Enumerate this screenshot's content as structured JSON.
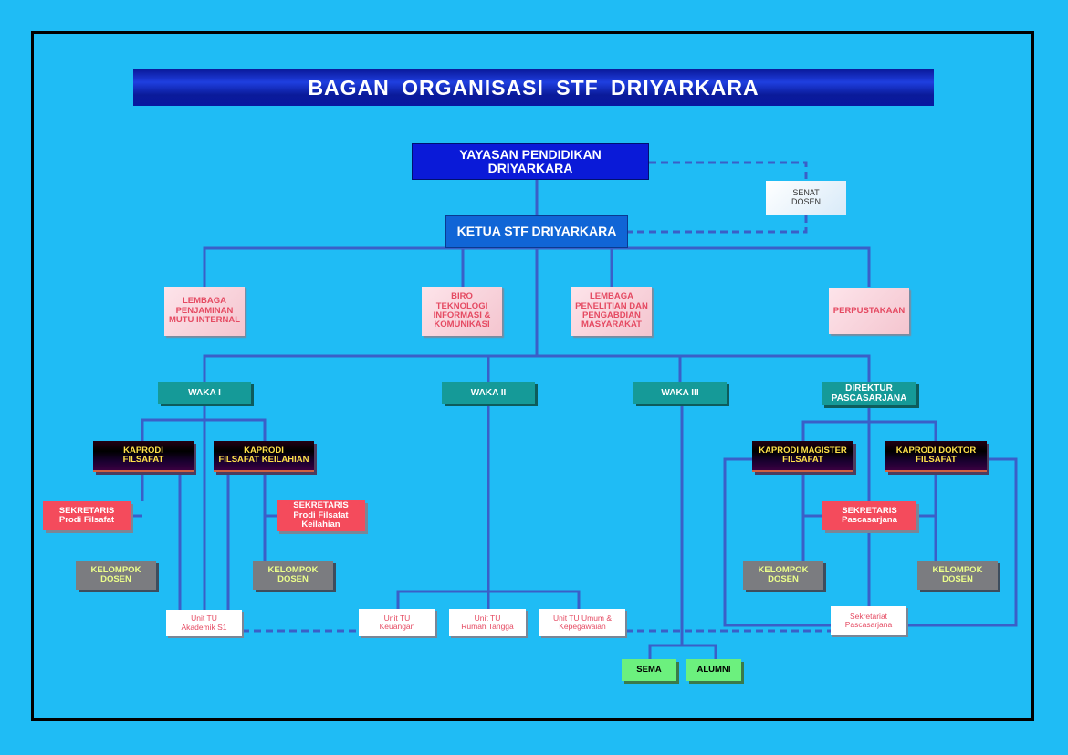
{
  "title": "BAGAN  ORGANISASI  STF  DRIYARKARA",
  "nodes": {
    "yayasan": "YAYASAN PENDIDIKAN\nDRIYARKARA",
    "senat": "SENAT\nDOSEN",
    "ketua": "KETUA STF DRIYARKARA",
    "lpmi": "LEMBAGA\nPENJAMINAN\nMUTU INTERNAL",
    "btik": "BIRO\nTEKNOLOGI\nINFORMASI &\nKOMUNIKASI",
    "lppm": "LEMBAGA\nPENELITIAN DAN\nPENGABDIAN\nMASYARAKAT",
    "perpus": "PERPUSTAKAAN",
    "waka1": "WAKA I",
    "waka2": "WAKA II",
    "waka3": "WAKA III",
    "direktur": "DIREKTUR\nPASCASARJANA",
    "kaprodi_filsafat": "KAPRODI\nFILSAFAT",
    "kaprodi_keilahian": "KAPRODI\nFILSAFAT KEILAHIAN",
    "kaprodi_magister": "KAPRODI MAGISTER\nFILSAFAT",
    "kaprodi_doktor": "KAPRODI DOKTOR\nFILSAFAT",
    "sekr_filsafat": "SEKRETARIS\nProdi Filsafat",
    "sekr_keilahian": "SEKRETARIS\nProdi Filsafat\nKeilahian",
    "sekr_pasca": "SEKRETARIS\nPascasarjana",
    "kd1": "KELOMPOK\nDOSEN",
    "kd2": "KELOMPOK\nDOSEN",
    "kd3": "KELOMPOK\nDOSEN",
    "kd4": "KELOMPOK\nDOSEN",
    "tu_akademik": "Unit TU\nAkademik S1",
    "tu_keuangan": "Unit TU\nKeuangan",
    "tu_rumah": "Unit TU\nRumah Tangga",
    "tu_umum": "Unit TU Umum &\nKepegawaian",
    "sekretariat_pasca": "Sekretariat\nPascasarjana",
    "sema": "SEMA",
    "alumni": "ALUMNI"
  },
  "colors": {
    "connector": "#3a5fc8",
    "background": "#1fbcf5",
    "title_bar": "#0a1ad8"
  }
}
